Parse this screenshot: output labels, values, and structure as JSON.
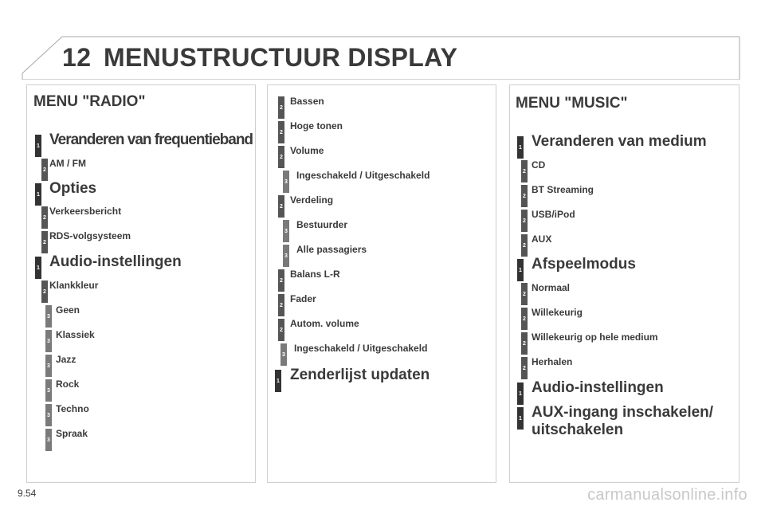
{
  "header": {
    "chapter": "12",
    "title": "MENUSTRUCTUUR DISPLAY"
  },
  "radio": {
    "title": "MENU \"RADIO\"",
    "items": [
      {
        "level": "1",
        "label": "Veranderen van frequentieband"
      },
      {
        "level": "2",
        "label": "AM / FM"
      },
      {
        "level": "1",
        "label": "Opties"
      },
      {
        "level": "2",
        "label": "Verkeersbericht"
      },
      {
        "level": "2",
        "label": "RDS-volgsysteem"
      },
      {
        "level": "1",
        "label": "Audio-instellingen"
      },
      {
        "level": "2",
        "label": "Klankkleur"
      },
      {
        "level": "3",
        "label": "Geen"
      },
      {
        "level": "3",
        "label": "Klassiek"
      },
      {
        "level": "3",
        "label": "Jazz"
      },
      {
        "level": "3",
        "label": "Rock"
      },
      {
        "level": "3",
        "label": "Techno"
      },
      {
        "level": "3",
        "label": "Spraak"
      }
    ]
  },
  "audio": {
    "items": [
      {
        "level": "2",
        "label": "Bassen"
      },
      {
        "level": "2",
        "label": "Hoge tonen"
      },
      {
        "level": "2",
        "label": "Volume"
      },
      {
        "level": "3",
        "label": "Ingeschakeld / Uitgeschakeld"
      },
      {
        "level": "2",
        "label": "Verdeling"
      },
      {
        "level": "3",
        "label": "Bestuurder"
      },
      {
        "level": "3",
        "label": "Alle passagiers"
      },
      {
        "level": "2",
        "label": "Balans L-R"
      },
      {
        "level": "2",
        "label": "Fader"
      },
      {
        "level": "2",
        "label": "Autom. volume"
      },
      {
        "level": "3",
        "label": "Ingeschakeld / Uitgeschakeld"
      },
      {
        "level": "1",
        "label": "Zenderlijst updaten"
      }
    ]
  },
  "music": {
    "title": "MENU \"MUSIC\"",
    "items": [
      {
        "level": "1",
        "label": "Veranderen van medium"
      },
      {
        "level": "2",
        "label": "CD"
      },
      {
        "level": "2",
        "label": "BT Streaming"
      },
      {
        "level": "2",
        "label": "USB/iPod"
      },
      {
        "level": "2",
        "label": "AUX"
      },
      {
        "level": "1",
        "label": "Afspeelmodus"
      },
      {
        "level": "2",
        "label": "Normaal"
      },
      {
        "level": "2",
        "label": "Willekeurig"
      },
      {
        "level": "2",
        "label": "Willekeurig op hele medium"
      },
      {
        "level": "2",
        "label": "Herhalen"
      },
      {
        "level": "1",
        "label": "Audio-instellingen"
      },
      {
        "level": "1",
        "label": "AUX-ingang inschakelen/",
        "label2": "uitschakelen"
      }
    ]
  },
  "footer": {
    "page": "9.54",
    "watermark": "carmanualsonline.info"
  }
}
